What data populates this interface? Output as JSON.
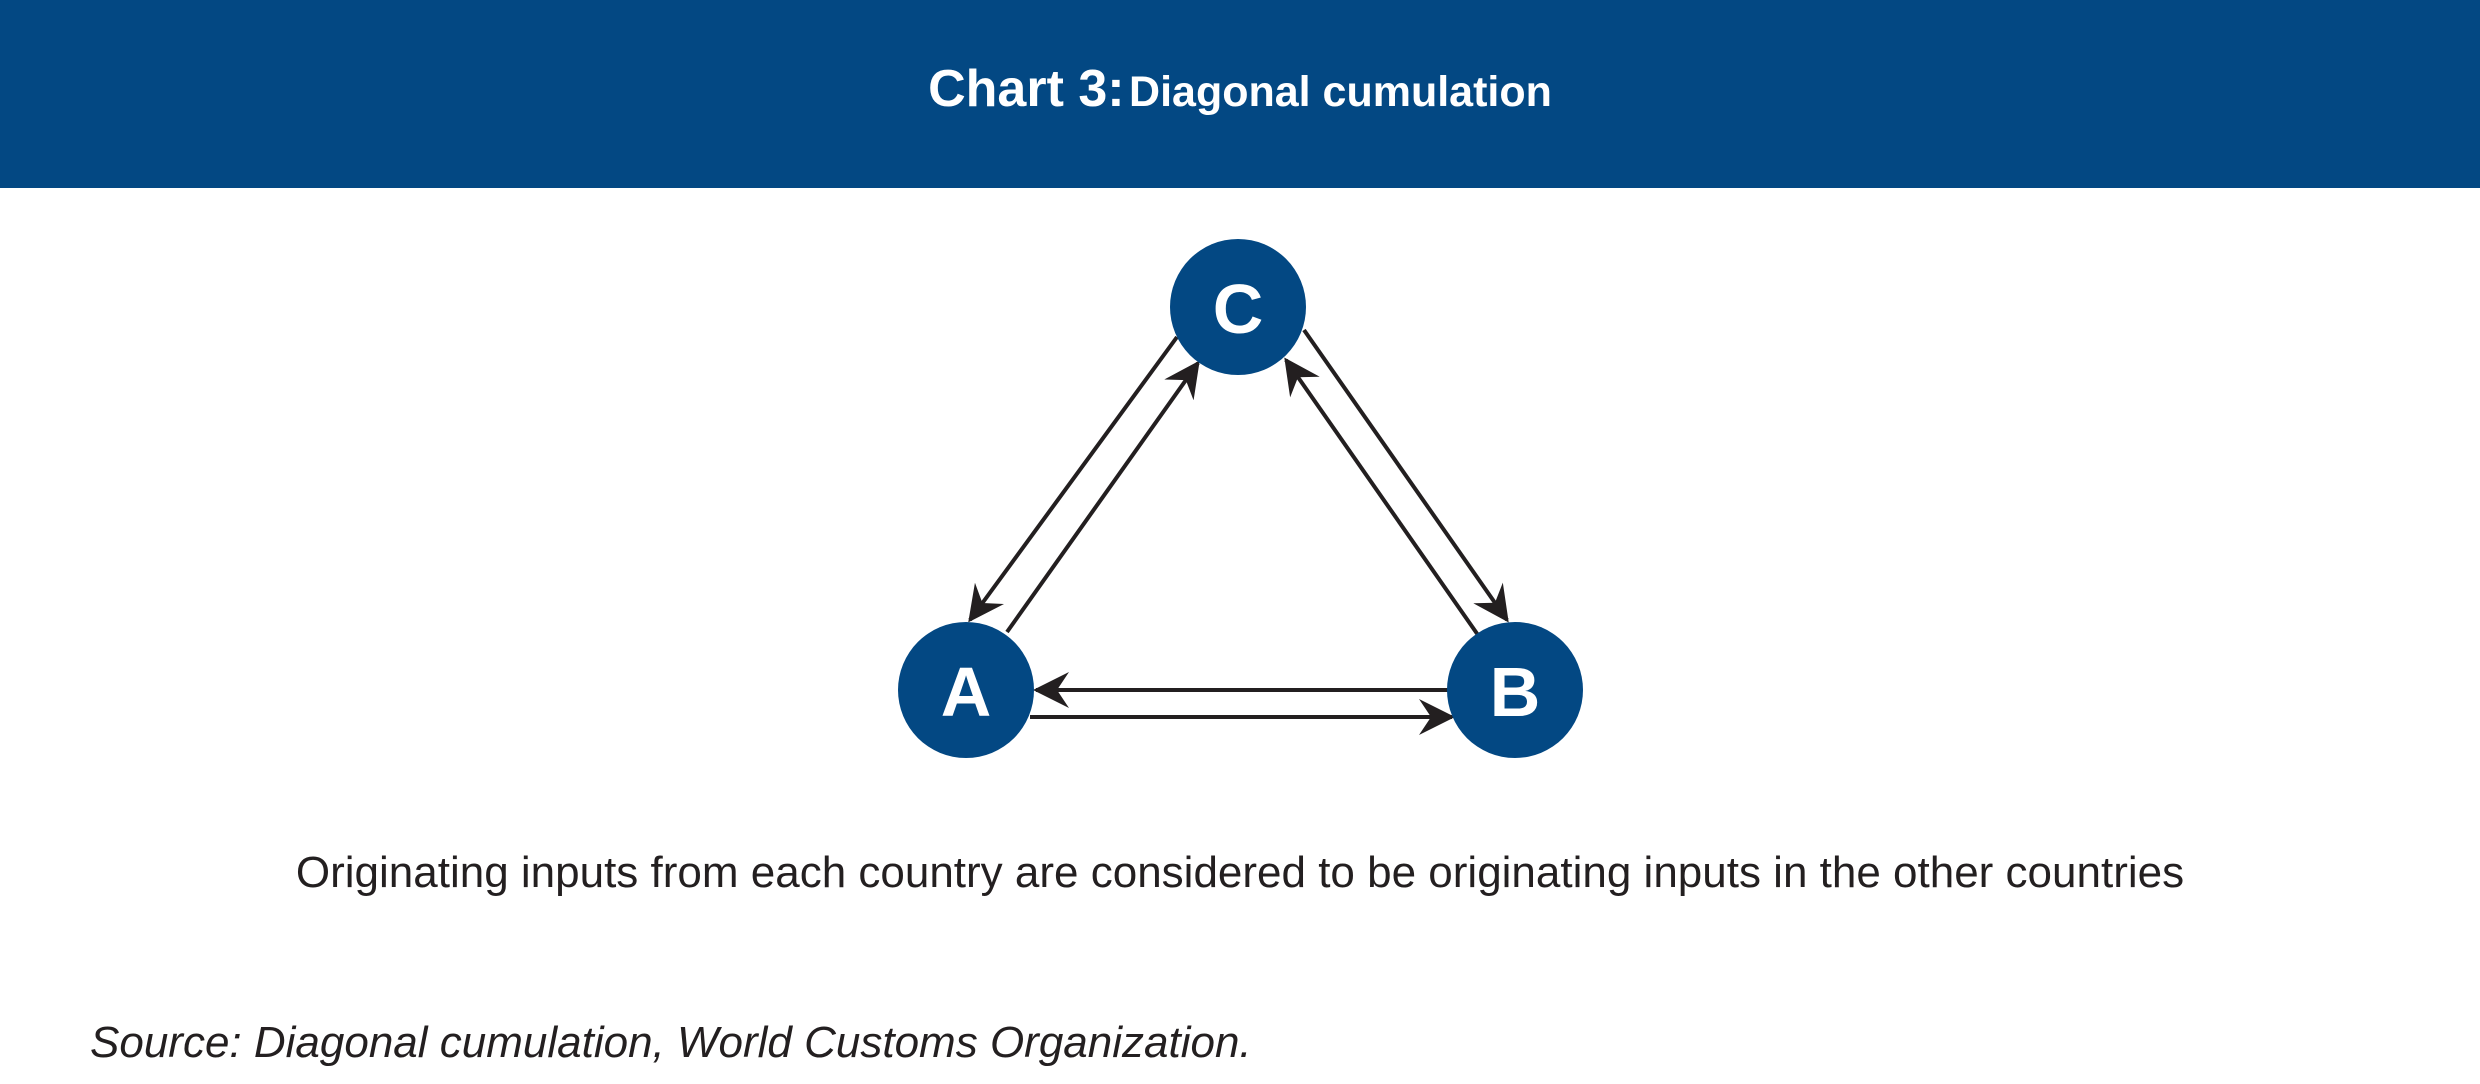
{
  "header": {
    "prefix": "Chart 3:",
    "title": "Diagonal cumulation"
  },
  "nodes": {
    "a": "A",
    "b": "B",
    "c": "C"
  },
  "colors": {
    "brand_blue": "#034883",
    "text": "#231f20",
    "background": "#ffffff"
  },
  "edges": [
    {
      "from": "C",
      "to": "A"
    },
    {
      "from": "A",
      "to": "C"
    },
    {
      "from": "C",
      "to": "B"
    },
    {
      "from": "B",
      "to": "C"
    },
    {
      "from": "B",
      "to": "A"
    },
    {
      "from": "A",
      "to": "B"
    }
  ],
  "caption": "Originating inputs from each country are considered to be originating inputs in the other countries",
  "source": "Source: Diagonal cumulation, World Customs Organization."
}
